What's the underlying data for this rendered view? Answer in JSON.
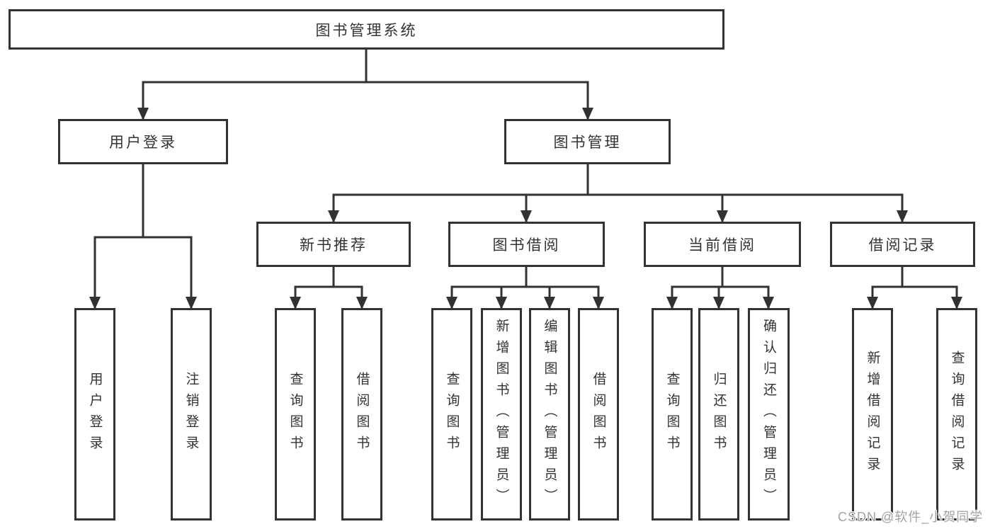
{
  "tree": {
    "root": "图书管理系统",
    "level2": [
      "用户登录",
      "图书管理"
    ],
    "level3": [
      "新书推荐",
      "图书借阅",
      "当前借阅",
      "借阅记录"
    ],
    "leaf_groups": [
      {
        "parent": "用户登录",
        "items": [
          "用户登录",
          "注销登录"
        ]
      },
      {
        "parent": "新书推荐",
        "items": [
          "查询图书",
          "借阅图书"
        ]
      },
      {
        "parent": "图书借阅",
        "items": [
          "查询图书",
          "新增图书（管理员）",
          "编辑图书（管理员）",
          "借阅图书"
        ]
      },
      {
        "parent": "当前借阅",
        "items": [
          "查询图书",
          "归还图书",
          "确认归还（管理员）"
        ]
      },
      {
        "parent": "借阅记录",
        "items": [
          "新增借阅记录",
          "查询借阅记录"
        ]
      }
    ]
  },
  "watermark": {
    "text": "CSDN @软件_小贺同学"
  },
  "colors": {
    "line": "#323232",
    "text": "#333333",
    "background": "#ffffff",
    "watermark": "#a3a3a3"
  }
}
